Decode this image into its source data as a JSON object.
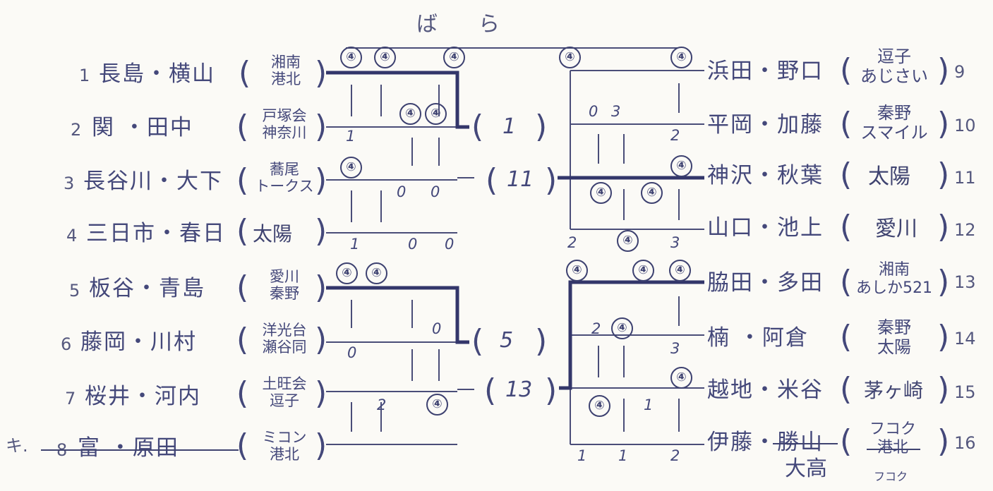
{
  "title": "ばら",
  "left_teams": [
    {
      "num": "1",
      "name": "長島・横山",
      "club_top": "湘南",
      "club_bottom": "港北"
    },
    {
      "num": "2",
      "name": "関 ・田中",
      "club_top": "戸塚会",
      "club_bottom": "神奈川"
    },
    {
      "num": "3",
      "name": "長谷川・大下",
      "club_top": "蕎尾",
      "club_bottom": "トークス"
    },
    {
      "num": "4",
      "name": "三日市・春日",
      "club": "太陽"
    },
    {
      "num": "5",
      "name": "板谷・青島",
      "club_top": "愛川",
      "club_bottom": "秦野"
    },
    {
      "num": "6",
      "name": "藤岡・川村",
      "club_top": "洋光台",
      "club_bottom": "瀬谷同"
    },
    {
      "num": "7",
      "name": "桜井・河内",
      "club_top": "土旺会",
      "club_bottom": "逗子"
    },
    {
      "num": "8",
      "name": "富 ・原田",
      "club_top": "ミコン",
      "club_bottom": "港北",
      "prefix": "キ."
    }
  ],
  "right_teams": [
    {
      "num": "9",
      "name": "浜田・野口",
      "club_top": "逗子",
      "club_bottom": "あじさい"
    },
    {
      "num": "10",
      "name": "平岡・加藤",
      "club_top": "秦野",
      "club_bottom": "スマイル"
    },
    {
      "num": "11",
      "name": "神沢・秋葉",
      "club": "太陽"
    },
    {
      "num": "12",
      "name": "山口・池上",
      "club": "愛川"
    },
    {
      "num": "13",
      "name": "脇田・多田",
      "club_top": "湘南",
      "club_bottom": "あしか521"
    },
    {
      "num": "14",
      "name": "楠 ・阿倉",
      "club_top": "秦野",
      "club_bottom": "太陽"
    },
    {
      "num": "15",
      "name": "越地・米谷",
      "club": "茅ヶ崎"
    },
    {
      "num": "16",
      "name": "伊藤・勝山",
      "club_top": "フコク",
      "club_bottom": "港北",
      "replacement": "大高",
      "replacement_club": "フコク"
    }
  ],
  "bracket_labels": [
    "1",
    "11",
    "5",
    "13"
  ],
  "circled": "④",
  "scores": {
    "a": "1",
    "b": "0",
    "c": "0",
    "d": "1",
    "e": "0",
    "f": "0",
    "g": "0",
    "h": "3",
    "i": "2",
    "j": "2",
    "k": "3",
    "l": "0",
    "m": "0",
    "n": "2",
    "o": "2",
    "p": "3",
    "q": "1",
    "r": "1",
    "s": "1",
    "t": "2"
  }
}
